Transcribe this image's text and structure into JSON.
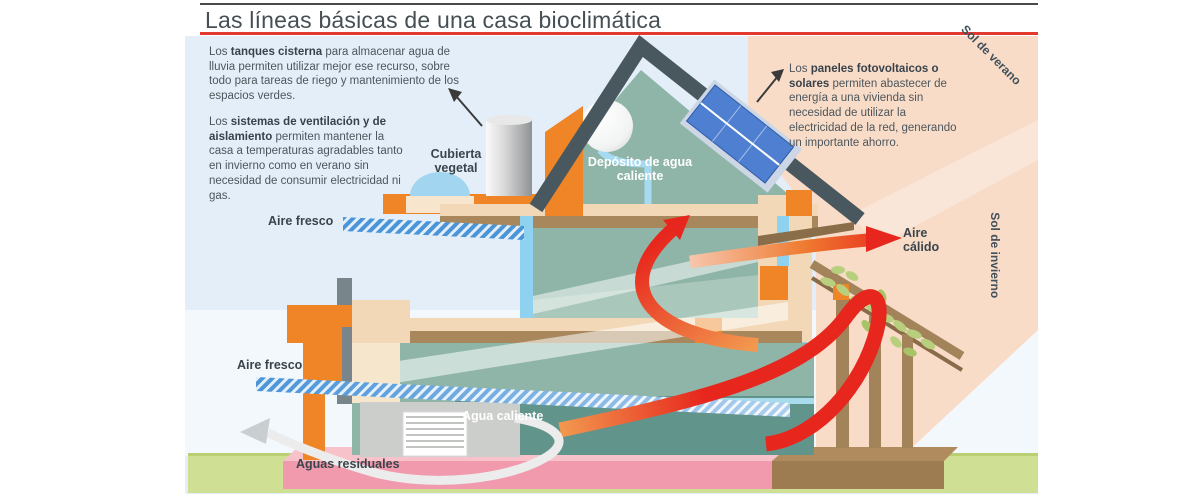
{
  "title": "Las líneas básicas de una casa bioclimática",
  "annotations": {
    "tanques": {
      "pre": "Los ",
      "bold": "tanques cisterna",
      "post": " para almacenar agua de lluvia permiten utilizar mejor ese recurso, sobre todo para tareas de riego y mantenimiento de los espacios verdes."
    },
    "ventilacion": {
      "pre": "Los ",
      "bold": "sistemas de ventilación y de aislamiento",
      "post": " permiten mantener la casa a temperaturas agradables tanto en invierno como en verano sin necesidad de consumir electricidad ni gas."
    },
    "paneles": {
      "pre": "Los ",
      "bold": "paneles fotovoltaicos o solares",
      "post": " permiten abastecer de energía a una vivienda sin necesidad de utilizar la electricidad de la red, generando un importante ahorro."
    }
  },
  "labels": {
    "cubierta_vegetal": "Cubierta vegetal",
    "deposito": "Depósito de agua caliente",
    "aire_fresco_superior": "Aire fresco",
    "aire_fresco_inferior": "Aire fresco",
    "aire_calido": "Aire cálido",
    "agua_caliente": "Agua caliente",
    "aguas_residuales": "Aguas residuales",
    "sol_verano": "Sol de verano",
    "sol_invierno": "Sol de invierno"
  },
  "colors": {
    "accent_red_line": "#e23a2e",
    "sky": "#e4eef8",
    "winter_sun_pink": "#f8dcc8",
    "grass": "#cfe094",
    "wall_orange": "#ef8526",
    "wall_tan": "#f2d8b6",
    "room_teal": "#8fb5a8",
    "basement_teal": "#61948a",
    "roof_dark": "#49575e",
    "solar_panel_blue": "#4f7fd0",
    "warm_air_red": "#e7271d",
    "fresh_air_blue": "#4a94d8",
    "slab_pink": "#f19aad",
    "deck_brown": "#a3835a"
  }
}
